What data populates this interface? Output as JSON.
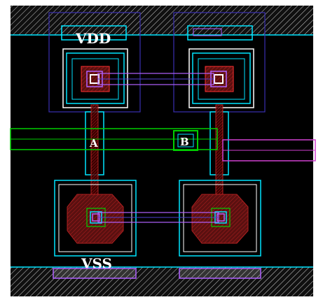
{
  "labels": {
    "vdd": "VDD",
    "vss": "VSS",
    "input_a": "A",
    "input_b": "B"
  },
  "colors": {
    "background": "#000000",
    "metal1": "#00e5ff",
    "metal2": "#b060ff",
    "poly": "#ff3030",
    "active": "#00d000",
    "nwell": "#3a2fb0",
    "contact": "#ffffff",
    "hatch": "#ffffff"
  }
}
